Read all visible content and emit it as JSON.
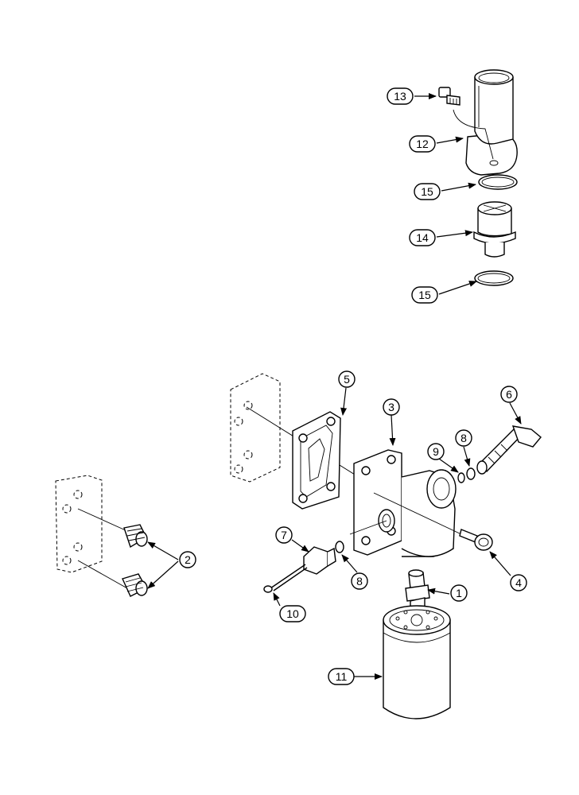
{
  "callouts": [
    {
      "id": "c1",
      "label": "1"
    },
    {
      "id": "c2",
      "label": "2"
    },
    {
      "id": "c3",
      "label": "3"
    },
    {
      "id": "c4",
      "label": "4"
    },
    {
      "id": "c5",
      "label": "5"
    },
    {
      "id": "c6",
      "label": "6"
    },
    {
      "id": "c7",
      "label": "7"
    },
    {
      "id": "c8a",
      "label": "8"
    },
    {
      "id": "c8b",
      "label": "8"
    },
    {
      "id": "c9",
      "label": "9"
    },
    {
      "id": "c10",
      "label": "10"
    },
    {
      "id": "c11",
      "label": "11"
    },
    {
      "id": "c12",
      "label": "12"
    },
    {
      "id": "c13",
      "label": "13"
    },
    {
      "id": "c14",
      "label": "14"
    },
    {
      "id": "c15a",
      "label": "15"
    },
    {
      "id": "c15b",
      "label": "15"
    }
  ]
}
